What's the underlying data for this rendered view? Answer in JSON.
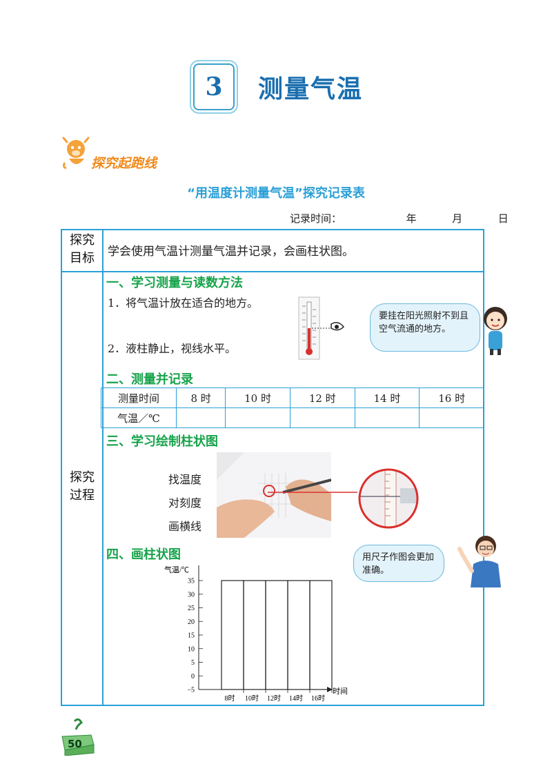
{
  "chapter": {
    "number": "3",
    "title": "测量气温"
  },
  "section_tag": "探究起跑线",
  "table_title": "“用温度计测量气温”探究记录表",
  "record_time": {
    "label": "记录时间：",
    "year": "年",
    "month": "月",
    "day": "日"
  },
  "goal": {
    "head_1": "探究",
    "head_2": "目标",
    "text": "学会使用气温计测量气温并记录，会画柱状图。"
  },
  "process": {
    "head_1": "探究",
    "head_2": "过程",
    "part1": {
      "heading": "一、学习测量与读数方法",
      "step1": "1．将气温计放在适合的地方。",
      "step2": "2．液柱静止，视线水平。",
      "bubble": "要挂在阳光照射不到且空气流通的地方。"
    },
    "part2": {
      "heading": "二、测量并记录",
      "table": {
        "row1": [
          "测量时间",
          "8 时",
          "10 时",
          "12 时",
          "14 时",
          "16 时"
        ],
        "row2": [
          "气温／℃",
          "",
          "",
          "",
          "",
          ""
        ]
      }
    },
    "part3": {
      "heading": "三、学习绘制柱状图",
      "steps": [
        "找温度",
        "对刻度",
        "画横线"
      ]
    },
    "part4": {
      "heading": "四、画柱状图",
      "bubble": "用尺子作图会更加准确。"
    }
  },
  "chart_data": {
    "type": "bar",
    "title": "",
    "ylabel": "气温/℃",
    "xlabel": "时间",
    "categories": [
      "8时",
      "10时",
      "12时",
      "14时",
      "16时"
    ],
    "values": [
      35,
      35,
      35,
      35,
      35
    ],
    "ylim": [
      -5,
      35
    ],
    "yticks": [
      35,
      30,
      25,
      20,
      15,
      10,
      5,
      0,
      -5
    ],
    "ytick_labels": [
      "35",
      "30",
      "25",
      "20",
      "15",
      "10",
      "5",
      "0",
      "−5"
    ],
    "grid": true,
    "note": ""
  },
  "page_number": "50",
  "colors": {
    "accent": "#2aa0d8",
    "heading_green": "#16a34a",
    "title_blue": "#1a6fb0",
    "tag_orange": "#f08a1c"
  }
}
